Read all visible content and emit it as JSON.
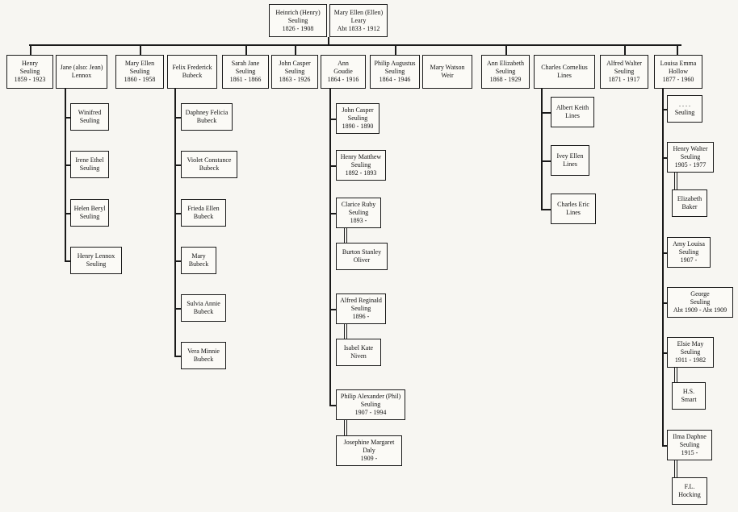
{
  "root": {
    "husband": {
      "name": "Heinrich (Henry)",
      "surname": "Seuling",
      "dates": "1826 - 1908"
    },
    "wife": {
      "name": "Mary Ellen (Ellen)",
      "surname": "Leary",
      "dates": "Abt 1833 - 1912"
    }
  },
  "children": [
    {
      "key": "henry",
      "lines": [
        "Henry",
        "Seuling",
        "1859 - 1923"
      ]
    },
    {
      "key": "jane",
      "lines": [
        "Jane (also: Jean)",
        "Lennox"
      ]
    },
    {
      "key": "mary_ellen",
      "lines": [
        "Mary Ellen",
        "Seuling",
        "1860 - 1958"
      ]
    },
    {
      "key": "felix",
      "lines": [
        "Felix Frederick",
        "Bubeck"
      ]
    },
    {
      "key": "sarah",
      "lines": [
        "Sarah Jane",
        "Seuling",
        "1861 - 1866"
      ]
    },
    {
      "key": "john",
      "lines": [
        "John Casper",
        "Seuling",
        "1863 - 1926"
      ]
    },
    {
      "key": "ann",
      "lines": [
        "Ann",
        "Goudie",
        "1864 - 1916"
      ]
    },
    {
      "key": "philip",
      "lines": [
        "Philip Augustus",
        "Seuling",
        "1864 - 1946"
      ]
    },
    {
      "key": "mary_watson",
      "lines": [
        "Mary Watson",
        "Weir"
      ]
    },
    {
      "key": "ann_elizabeth",
      "lines": [
        "Ann Elizabeth",
        "Seuling",
        "1868 - 1929"
      ]
    },
    {
      "key": "charles",
      "lines": [
        "Charles Cornelius",
        "Lines"
      ]
    },
    {
      "key": "alfred",
      "lines": [
        "Alfred Walter",
        "Seuling",
        "1871 - 1917"
      ]
    },
    {
      "key": "louisa",
      "lines": [
        "Louisa Emma",
        "Hollow",
        "1877 - 1960"
      ]
    }
  ],
  "grandchildren": [
    {
      "key": "winifred",
      "lines": [
        "Winifred",
        "Seuling"
      ]
    },
    {
      "key": "irene",
      "lines": [
        "Irene Ethel",
        "Seuling"
      ]
    },
    {
      "key": "helen",
      "lines": [
        "Helen Beryl",
        "Seuling"
      ]
    },
    {
      "key": "henry_lennox",
      "lines": [
        "Henry Lennox",
        "Seuling"
      ]
    },
    {
      "key": "daphney",
      "lines": [
        "Daphney Felicia",
        "Bubeck"
      ]
    },
    {
      "key": "violet",
      "lines": [
        "Violet Constance",
        "Bubeck"
      ]
    },
    {
      "key": "frieda",
      "lines": [
        "Frieda Ellen",
        "Bubeck"
      ]
    },
    {
      "key": "mary_b",
      "lines": [
        "Mary",
        "Bubeck"
      ]
    },
    {
      "key": "sulvia",
      "lines": [
        "Sulvia Annie",
        "Bubeck"
      ]
    },
    {
      "key": "vera",
      "lines": [
        "Vera Minnie",
        "Bubeck"
      ]
    },
    {
      "key": "john_casper2",
      "lines": [
        "John Casper",
        "Seuling",
        "1890 - 1890"
      ]
    },
    {
      "key": "henry_matthew",
      "lines": [
        "Henry Matthew",
        "Seuling",
        "1892 - 1893"
      ]
    },
    {
      "key": "clarice",
      "lines": [
        "Clarice Ruby",
        "Seuling",
        "1893 -"
      ]
    },
    {
      "key": "burton",
      "lines": [
        "Burton Stanley",
        "Oliver"
      ]
    },
    {
      "key": "alfred_reginald",
      "lines": [
        "Alfred Reginald",
        "Seuling",
        "1896 -"
      ]
    },
    {
      "key": "isabel",
      "lines": [
        "Isabel Kate",
        "Niven"
      ]
    },
    {
      "key": "philip_alex",
      "lines": [
        "Philip Alexander (Phil)",
        "Seuling",
        "1907 - 1994"
      ]
    },
    {
      "key": "josephine",
      "lines": [
        "Josephine Margaret",
        "Daly",
        "1909 -"
      ]
    },
    {
      "key": "albert",
      "lines": [
        "Albert Keith",
        "Lines"
      ]
    },
    {
      "key": "ivey",
      "lines": [
        "Ivey Ellen",
        "Lines"
      ]
    },
    {
      "key": "charles_eric",
      "lines": [
        "Charles Eric",
        "Lines"
      ]
    },
    {
      "key": "unknown",
      "lines": [
        ". . . .",
        "Seuling"
      ]
    },
    {
      "key": "henry_walter",
      "lines": [
        "Henry Walter",
        "Seuling",
        "1905 - 1977"
      ]
    },
    {
      "key": "elizabeth",
      "lines": [
        "Elizabeth",
        "Baker"
      ]
    },
    {
      "key": "amy",
      "lines": [
        "Amy Louisa",
        "Seuling",
        "1907 -"
      ]
    },
    {
      "key": "george",
      "lines": [
        "George",
        "Seuling",
        "Abt 1909 - Abt 1909"
      ]
    },
    {
      "key": "elsie",
      "lines": [
        "Elsie May",
        "Seuling",
        "1911 - 1982"
      ]
    },
    {
      "key": "hs_smart",
      "lines": [
        "H.S.",
        "Smart"
      ]
    },
    {
      "key": "ilma",
      "lines": [
        "Ilma Daphne",
        "Seuling",
        "1915 -"
      ]
    },
    {
      "key": "fl_hocking",
      "lines": [
        "F.L.",
        "Hocking"
      ]
    }
  ]
}
